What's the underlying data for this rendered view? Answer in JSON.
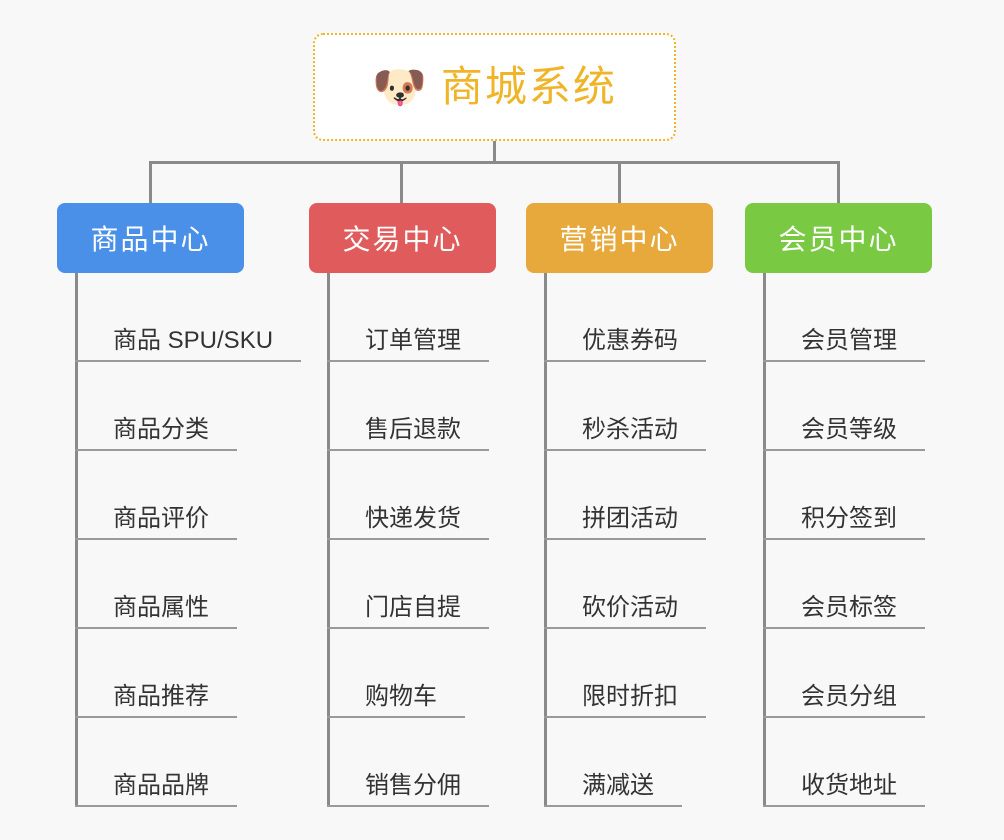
{
  "diagram": {
    "title": "商城系统",
    "root": {
      "icon": "dog-face-emoji",
      "icon_glyph": "🐶",
      "label": "商城系统",
      "text_color": "#f0b429",
      "border_color": "#f0b429",
      "background": "#ffffff"
    },
    "background_color": "#f8f8f8",
    "connector_color": "#8a8a8a",
    "leaf_text_color": "#333333",
    "leaf_rule_color": "#9a9a9a",
    "branches": [
      {
        "label": "商品中心",
        "color": "#4a90e8",
        "items": [
          "商品 SPU/SKU",
          "商品分类",
          "商品评价",
          "商品属性",
          "商品推荐",
          "商品品牌"
        ]
      },
      {
        "label": "交易中心",
        "color": "#e05c5c",
        "items": [
          "订单管理",
          "售后退款",
          "快递发货",
          "门店自提",
          "购物车",
          "销售分佣"
        ]
      },
      {
        "label": "营销中心",
        "color": "#e8a93c",
        "items": [
          "优惠券码",
          "秒杀活动",
          "拼团活动",
          "砍价活动",
          "限时折扣",
          "满减送"
        ]
      },
      {
        "label": "会员中心",
        "color": "#7ac943",
        "items": [
          "会员管理",
          "会员等级",
          "积分签到",
          "会员标签",
          "会员分组",
          "收货地址"
        ]
      }
    ]
  }
}
